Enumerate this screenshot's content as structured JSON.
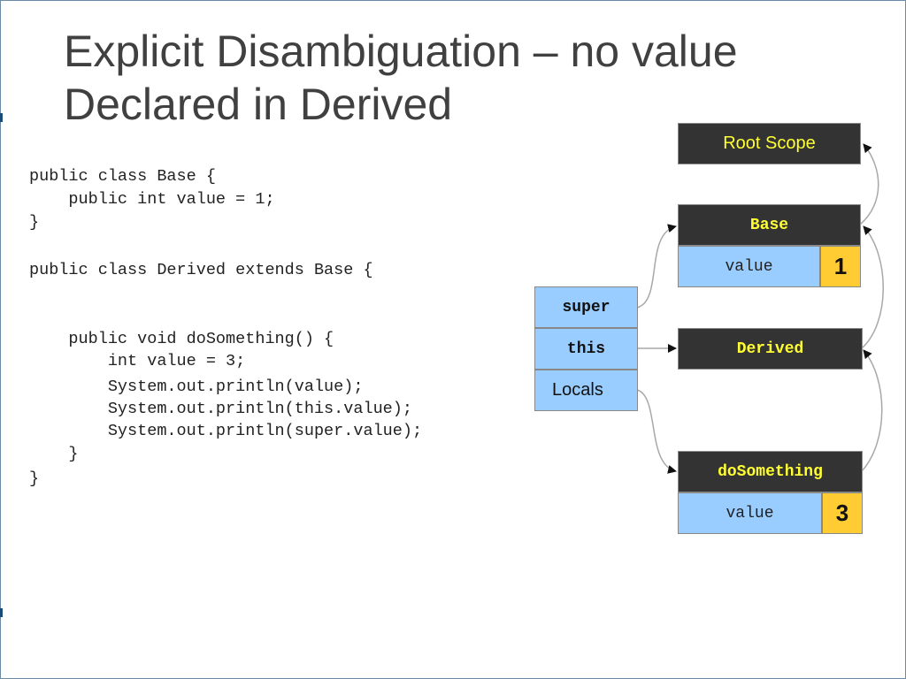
{
  "slide": {
    "title_line1": "Explicit Disambiguation – no value",
    "title_line2": "Declared in Derived"
  },
  "code": {
    "lines": [
      "public class Base {",
      "    public int value = 1;",
      "}",
      "public class Derived extends Base {",
      "    public void doSomething() {",
      "        int value = 3;",
      "        System.out.println(value);",
      "        System.out.println(this.value);",
      "        System.out.println(super.value);",
      "    }",
      "}"
    ]
  },
  "diagram": {
    "root_scope": "Root Scope",
    "base": {
      "name": "Base",
      "field": "value",
      "value": "1"
    },
    "derived": {
      "name": "Derived"
    },
    "method": {
      "name": "doSomething",
      "field": "value",
      "value": "3"
    },
    "frame": {
      "super": "super",
      "this": "this",
      "locals": "Locals"
    }
  },
  "colors": {
    "dark_box": "#333333",
    "scope_label": "#ffff33",
    "blue_cell": "#99ccff",
    "yellow_cell": "#ffcc33"
  }
}
